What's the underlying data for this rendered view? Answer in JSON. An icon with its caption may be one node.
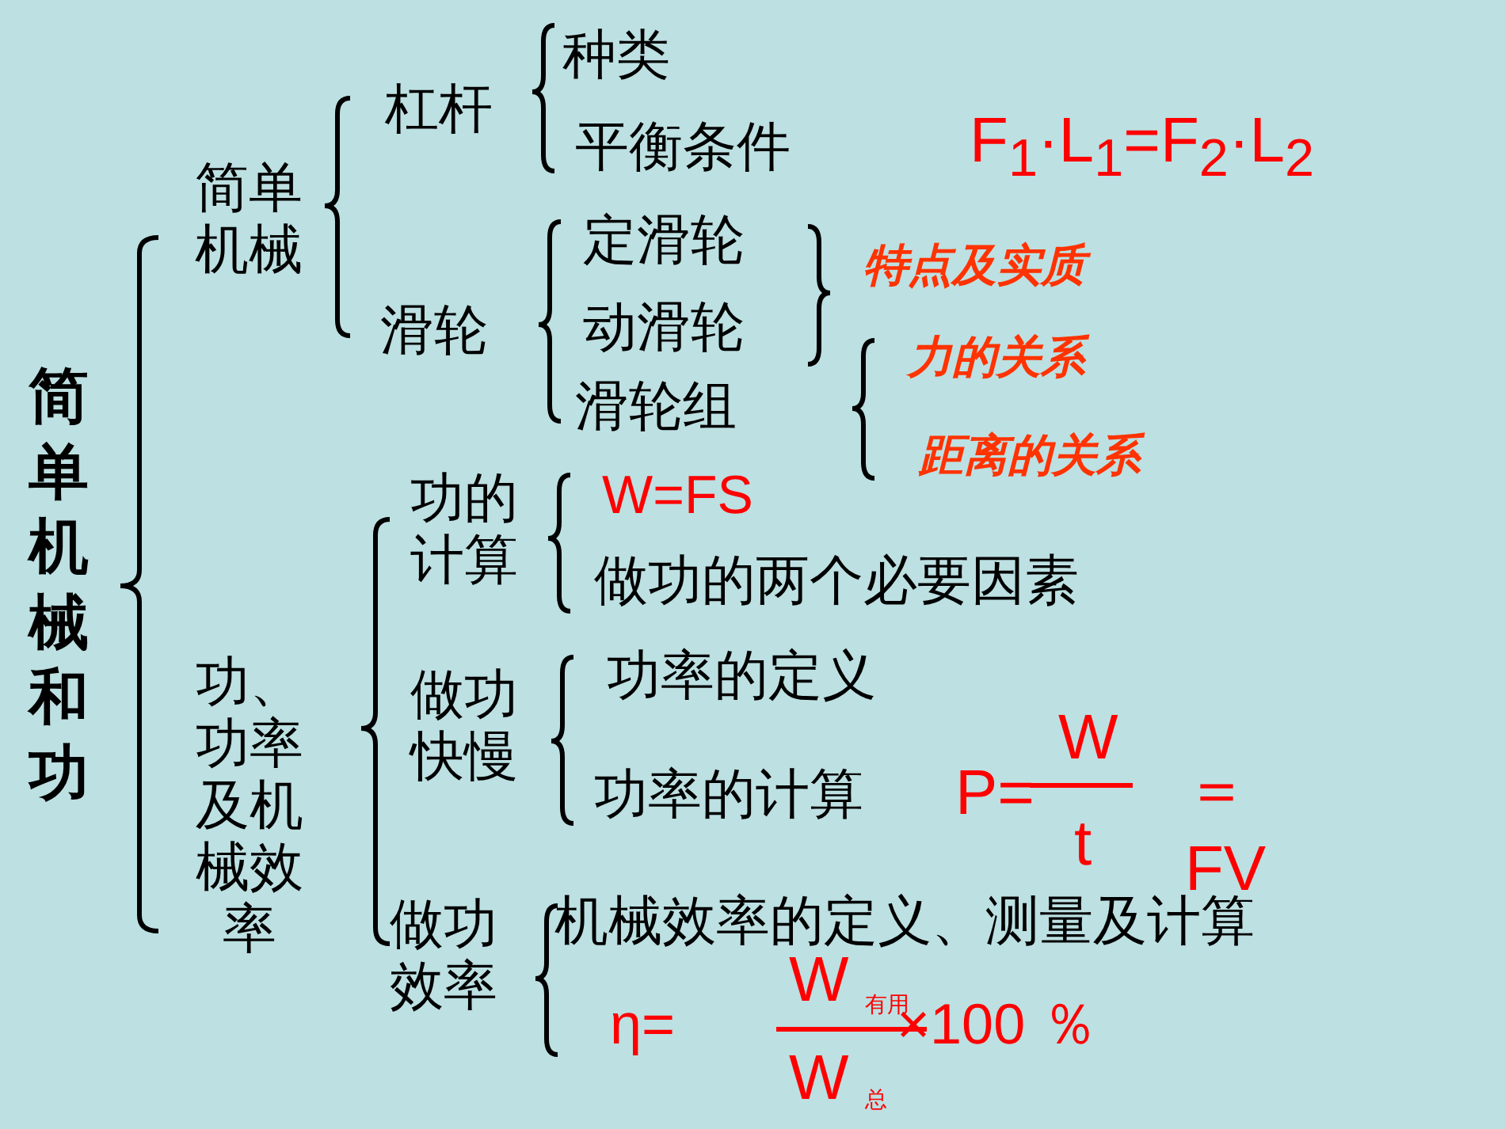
{
  "diagram": {
    "labels": [
      "简单机械和功",
      "简单机械",
      "杠杆",
      "种类",
      "平衡条件",
      "F$_{1}$·L$_{1}$=F$_{2}$·L$_{2}$",
      "滑轮",
      "定滑轮",
      "动滑轮",
      "滑轮组",
      "特点及实质",
      "力的关系",
      "距离的关系",
      "功、功率及机械效率",
      "功的计算",
      "W=FS",
      "做功的两个必要因素",
      "做功快慢",
      "功率的定义",
      "功率的计算",
      "P=",
      "W",
      "t",
      "＝",
      "FV",
      "做功效率",
      "机械效率的定义、测量及计算",
      "η=",
      "W",
      "有用",
      "×100 ％",
      "W",
      "总"
    ]
  }
}
